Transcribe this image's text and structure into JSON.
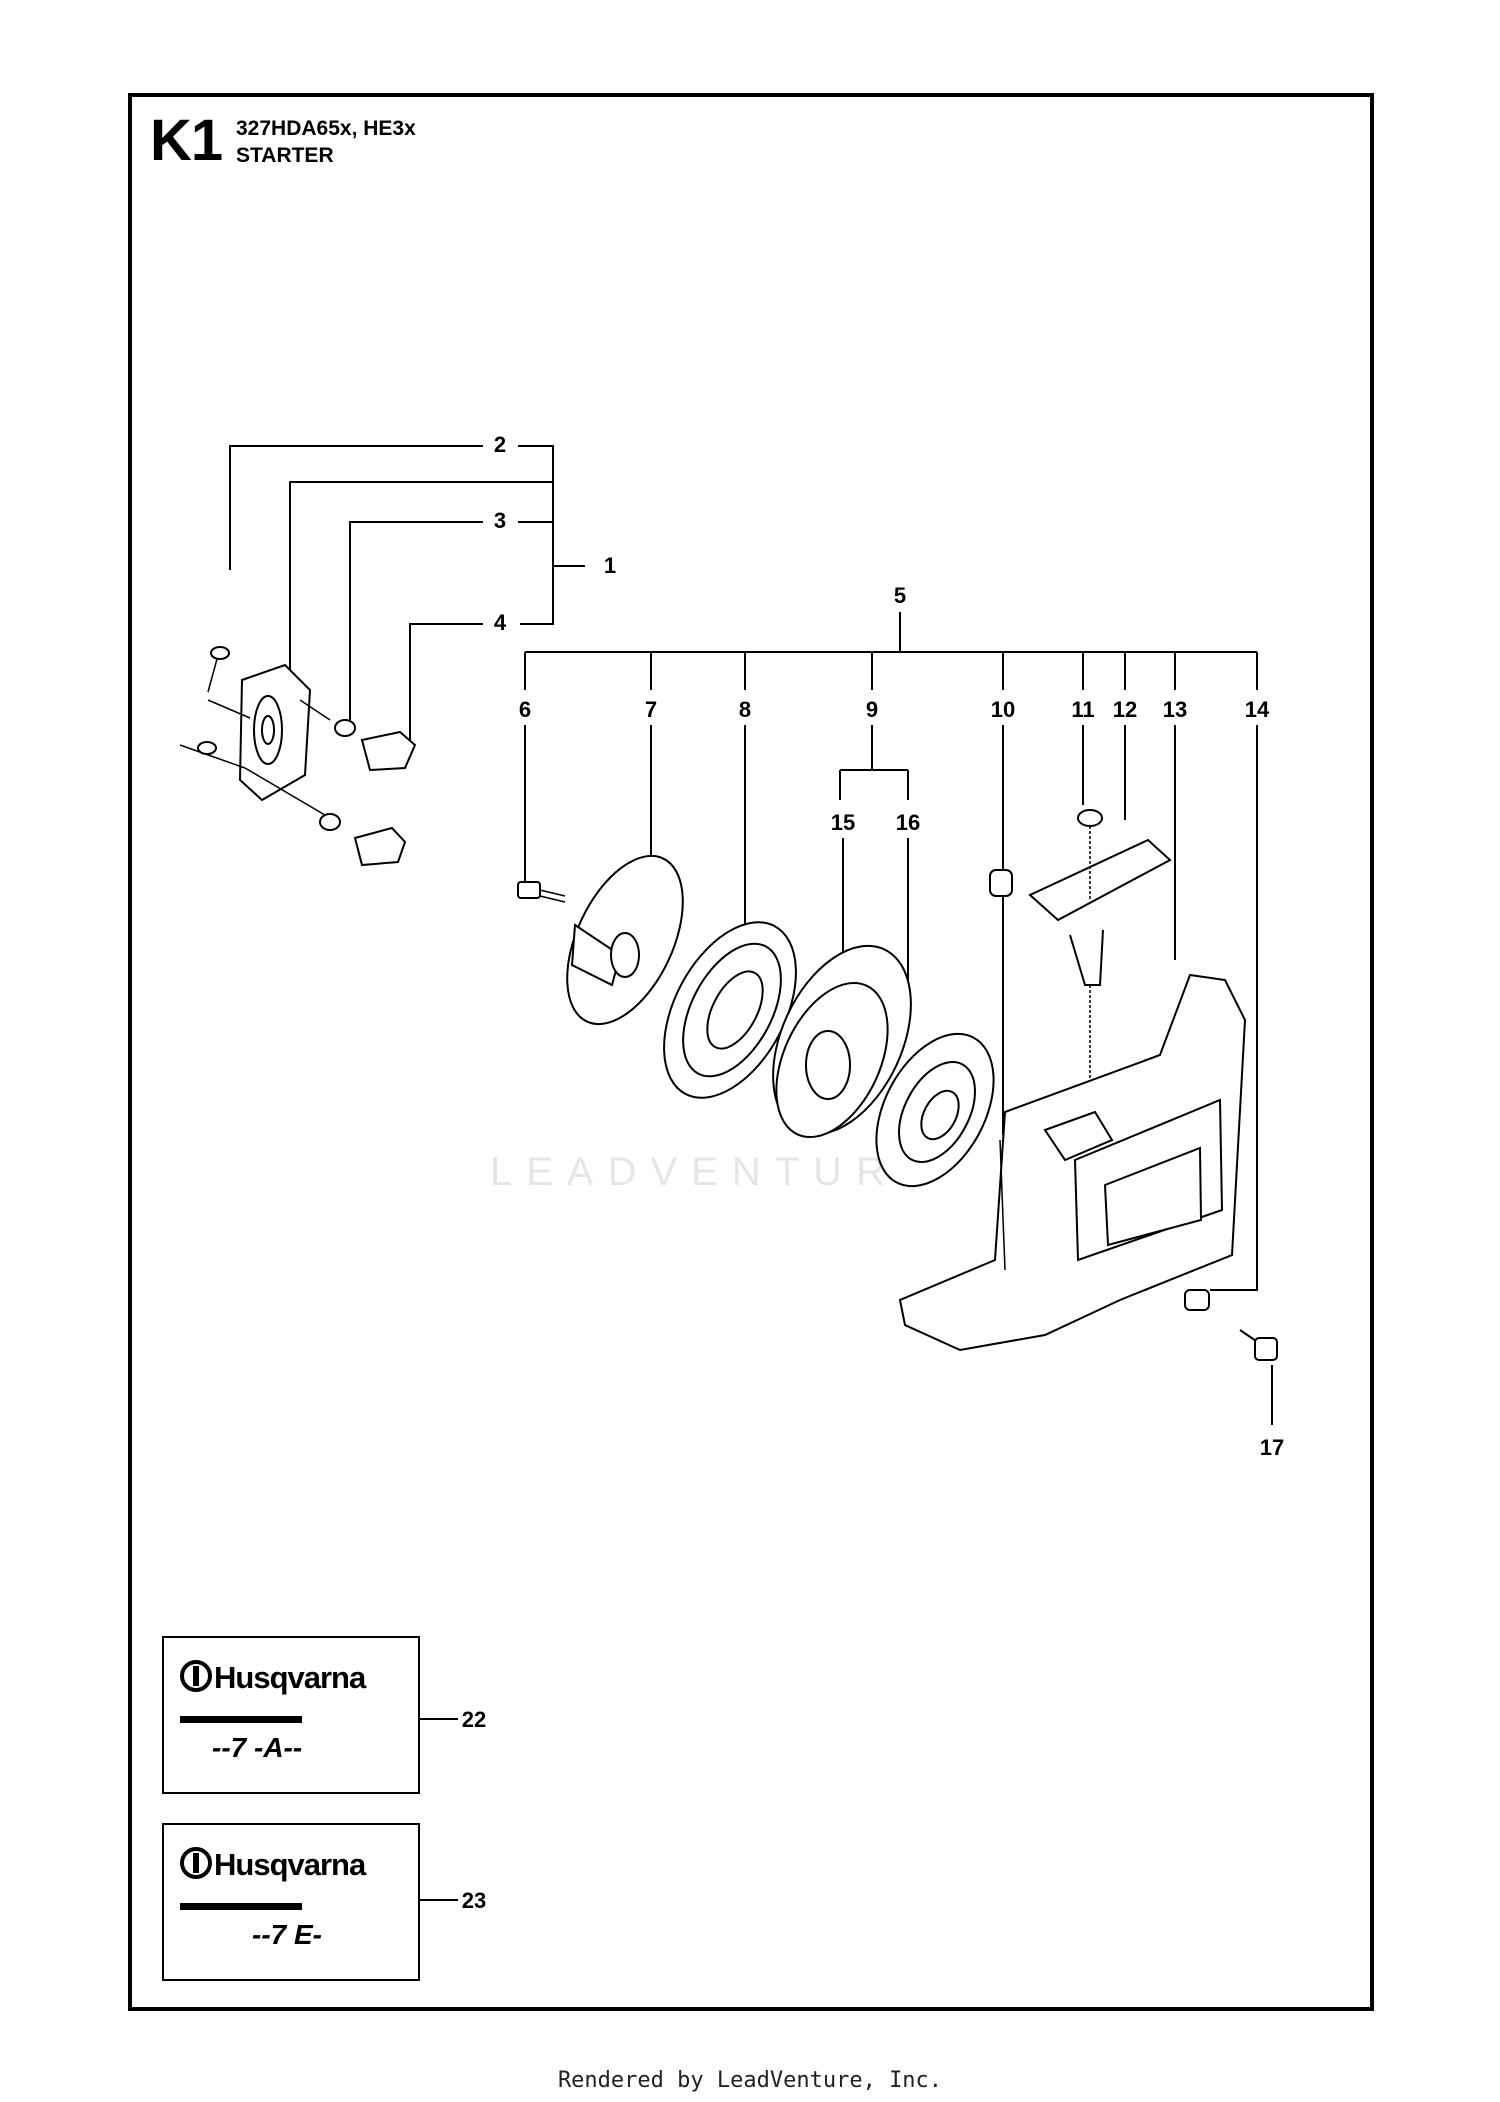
{
  "header": {
    "code": "K1",
    "models": "327HDA65x, HE3x",
    "title": "STARTER"
  },
  "callouts": {
    "c1": "1",
    "c2": "2",
    "c3": "3",
    "c4": "4",
    "c5": "5",
    "c6": "6",
    "c7": "7",
    "c8": "8",
    "c9": "9",
    "c10": "10",
    "c11": "11",
    "c12": "12",
    "c13": "13",
    "c14": "14",
    "c15": "15",
    "c16": "16",
    "c17": "17",
    "c22": "22",
    "c23": "23"
  },
  "labels": {
    "brand": "Husqvarna",
    "card22_model": "--7  -A--",
    "card23_model": "--7  E-"
  },
  "watermark": "LEADVENTURE",
  "footer": "Rendered by LeadVenture, Inc.",
  "colors": {
    "line": "#000000",
    "background": "#ffffff",
    "watermark": "#e6e6e6"
  }
}
